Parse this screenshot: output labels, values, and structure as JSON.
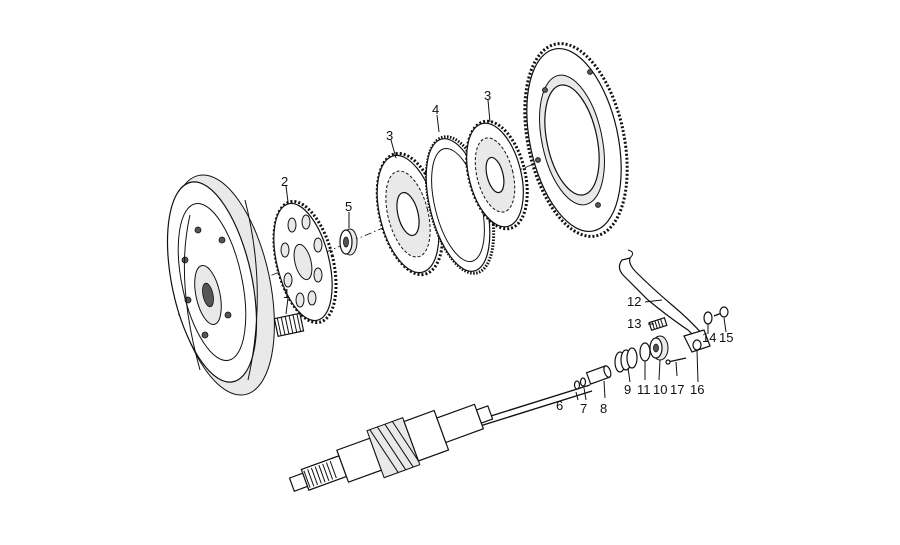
{
  "diagram": {
    "labels": [
      {
        "id": "1",
        "text": "1"
      },
      {
        "id": "2",
        "text": "2"
      },
      {
        "id": "3a",
        "text": "3"
      },
      {
        "id": "3b",
        "text": "3"
      },
      {
        "id": "4",
        "text": "4"
      },
      {
        "id": "5",
        "text": "5"
      },
      {
        "id": "6",
        "text": "6"
      },
      {
        "id": "7",
        "text": "7"
      },
      {
        "id": "8",
        "text": "8"
      },
      {
        "id": "9",
        "text": "9"
      },
      {
        "id": "10",
        "text": "10"
      },
      {
        "id": "11",
        "text": "11"
      },
      {
        "id": "12",
        "text": "12"
      },
      {
        "id": "13",
        "text": "13"
      },
      {
        "id": "14",
        "text": "14"
      },
      {
        "id": "15",
        "text": "15"
      },
      {
        "id": "16",
        "text": "16"
      },
      {
        "id": "17",
        "text": "17"
      }
    ]
  }
}
